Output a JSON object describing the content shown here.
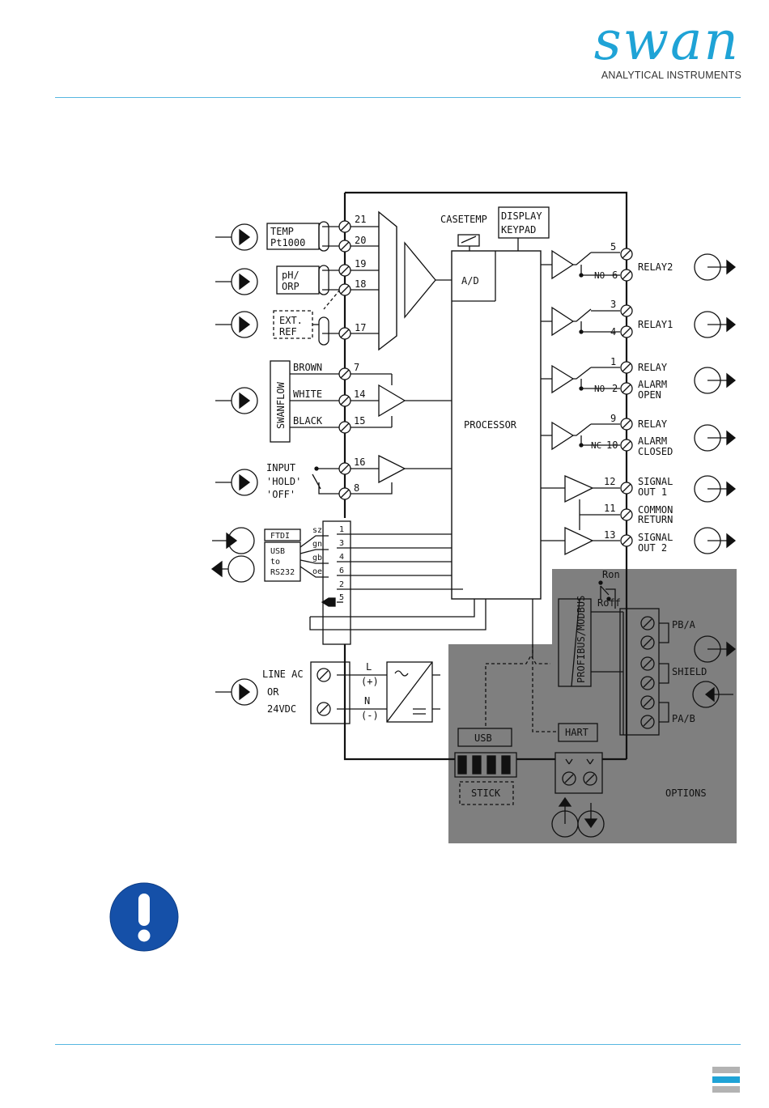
{
  "brand": {
    "name": "swan",
    "tagline": "ANALYTICAL INSTRUMENTS",
    "color": "#1fa3d6"
  },
  "diagram": {
    "inputs": {
      "temp": [
        "TEMP",
        "Pt1000"
      ],
      "ph": [
        "pH/",
        "ORP"
      ],
      "extref": [
        "EXT.",
        "REF"
      ],
      "swanflow": "SWANFLOW",
      "wires": [
        "BROWN",
        "WHITE",
        "BLACK"
      ],
      "input_hold": [
        "INPUT",
        "'HOLD'",
        "'OFF'"
      ],
      "ftdi": "FTDI",
      "usb_rs232": [
        "USB",
        "to",
        "RS232"
      ],
      "wire_colors": [
        "sz",
        "gn",
        "gb",
        "oe"
      ],
      "line": [
        "LINE AC",
        "OR",
        "24VDC"
      ],
      "l_label": [
        "L",
        "(+)"
      ],
      "n_label": [
        "N",
        "(-)"
      ]
    },
    "terminals": {
      "t21": "21",
      "t20": "20",
      "t19": "19",
      "t18": "18",
      "t17": "17",
      "t7": "7",
      "t14": "14",
      "t15": "15",
      "t16": "16",
      "t8": "8",
      "usb_pins": [
        "1",
        "3",
        "4",
        "6",
        "2",
        "5"
      ],
      "t5": "5",
      "t6": "6",
      "t3": "3",
      "t4": "4",
      "t1": "1",
      "t2": "2",
      "t9": "9",
      "t10": "10",
      "t12": "12",
      "t11": "11",
      "t13": "13"
    },
    "blocks": {
      "casetemp": "CASETEMP",
      "display": [
        "DISPLAY",
        "KEYPAD"
      ],
      "ad": "A/D",
      "processor": "PROCESSOR",
      "profibus": "PROFIBUS/MODBUS",
      "usb": "USB",
      "stick": "STICK",
      "hart": "HART",
      "options": "OPTIONS",
      "ron": "Ron",
      "roff": "Roff",
      "no": "NO",
      "nc": "NC"
    },
    "outputs": {
      "relay2": "RELAY2",
      "relay1": "RELAY1",
      "relay_alarm_open": [
        "RELAY",
        "ALARM",
        "OPEN"
      ],
      "relay_alarm_closed": [
        "RELAY",
        "ALARM",
        "CLOSED"
      ],
      "signal1": [
        "SIGNAL",
        "OUT 1"
      ],
      "common": [
        "COMMON",
        "RETURN"
      ],
      "signal2": [
        "SIGNAL",
        "OUT 2"
      ],
      "pba": "PB/A",
      "shield": "SHIELD",
      "pab": "PA/B"
    }
  },
  "colors": {
    "options_bg": "#7f7f7f",
    "accent": "#57b7e0",
    "warn": "#1550a8"
  },
  "icons": [
    "exclamation-warning-icon"
  ]
}
